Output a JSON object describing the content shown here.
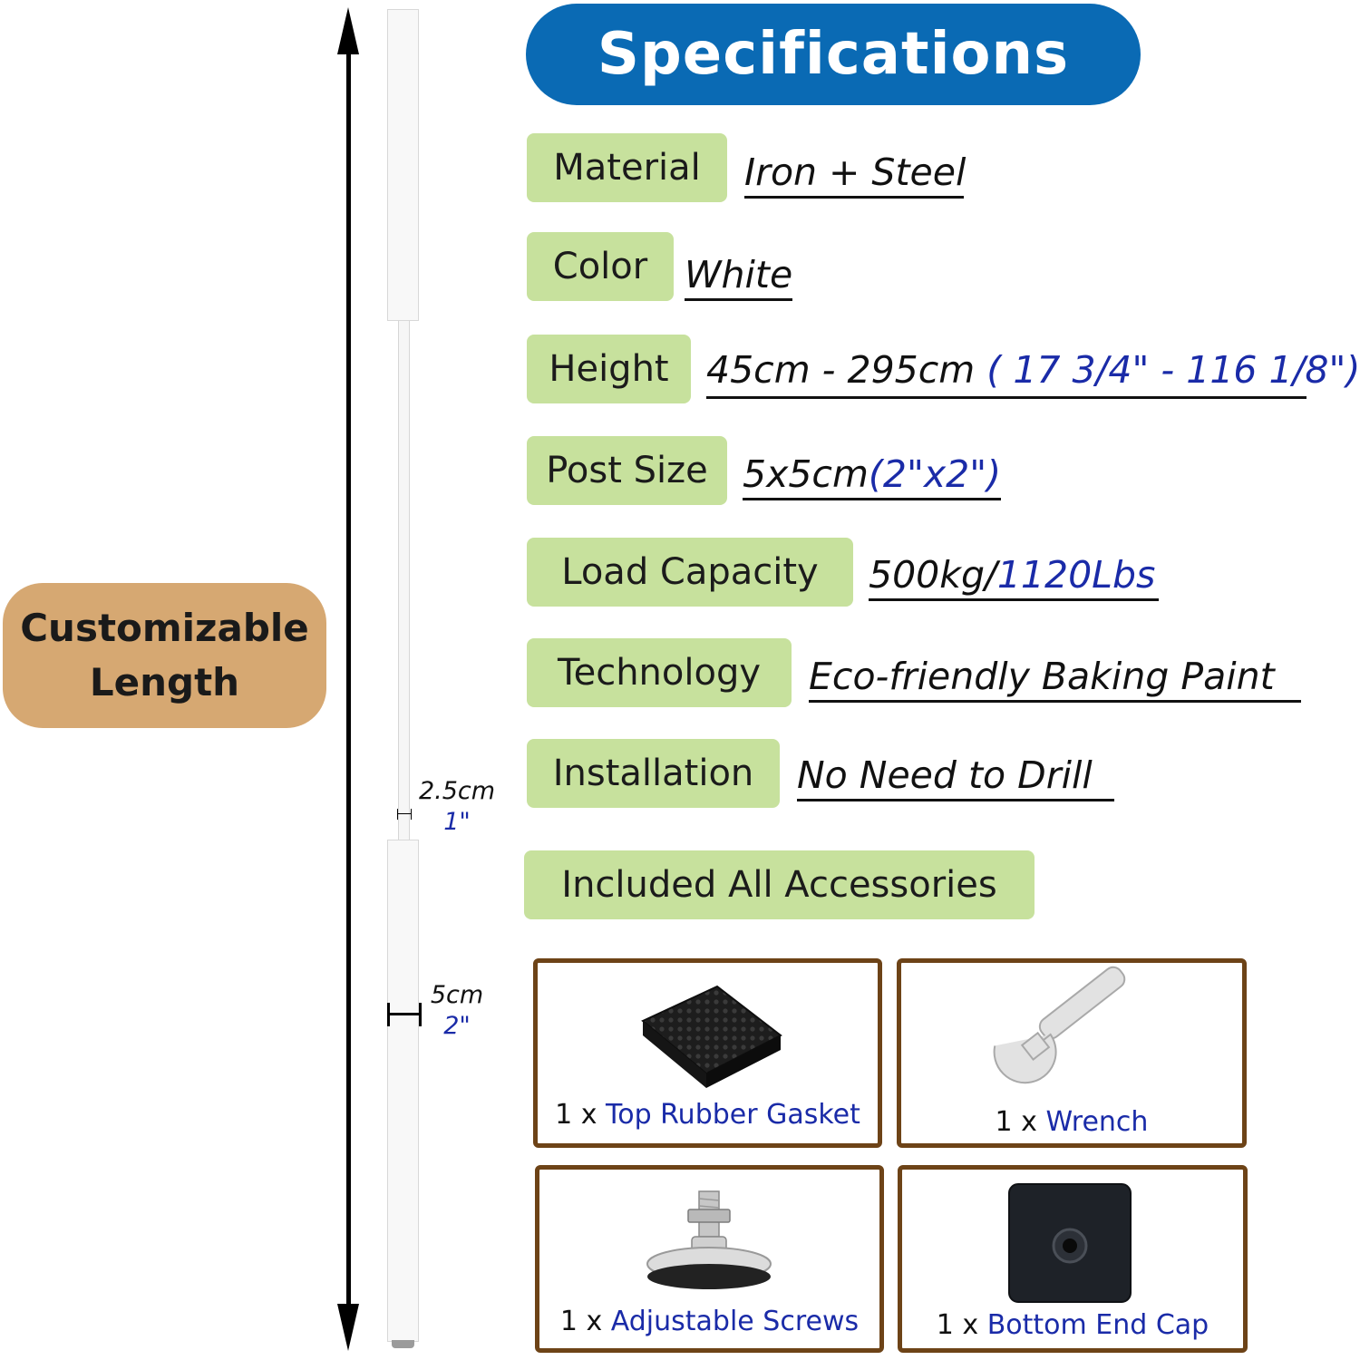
{
  "side_badge": {
    "text": "Customizable\nLength"
  },
  "dimensions": {
    "thin": {
      "metric": "2.5cm",
      "imperial": "1\""
    },
    "thick": {
      "metric": "5cm",
      "imperial": "2\""
    }
  },
  "title": "Specifications",
  "specs": [
    {
      "label": "Material",
      "value": "Iron + Steel",
      "value_blue": ""
    },
    {
      "label": "Color",
      "value": "White",
      "value_blue": ""
    },
    {
      "label": "Height",
      "value": "45cm - 295cm ",
      "value_blue": "( 17 3/4\" - 116 1/8\")"
    },
    {
      "label": "Post Size",
      "value": "5x5cm",
      "value_blue": "(2\"x2\")"
    },
    {
      "label": "Load Capacity",
      "value": "500kg/",
      "value_blue": "1120Lbs"
    },
    {
      "label": "Technology",
      "value": "Eco-friendly Baking Paint",
      "value_blue": ""
    },
    {
      "label": "Installation",
      "value": "No Need to Drill",
      "value_blue": ""
    }
  ],
  "accessories_heading": "Included All Accessories",
  "accessories": [
    {
      "qty": "1 x ",
      "name": "Top Rubber Gasket",
      "icon": "rubber-gasket-icon"
    },
    {
      "qty": "1 x ",
      "name": "Wrench",
      "icon": "wrench-icon"
    },
    {
      "qty": "1 x ",
      "name": "Adjustable Screws",
      "icon": "adjustable-screw-icon"
    },
    {
      "qty": "1 x ",
      "name": "Bottom End Cap",
      "icon": "end-cap-icon"
    }
  ],
  "colors": {
    "title_bg": "#0a6ab4",
    "label_bg": "#c7e19d",
    "badge_bg": "#d6a872",
    "card_border": "#6d4317",
    "accent_blue": "#1a2ba8"
  }
}
